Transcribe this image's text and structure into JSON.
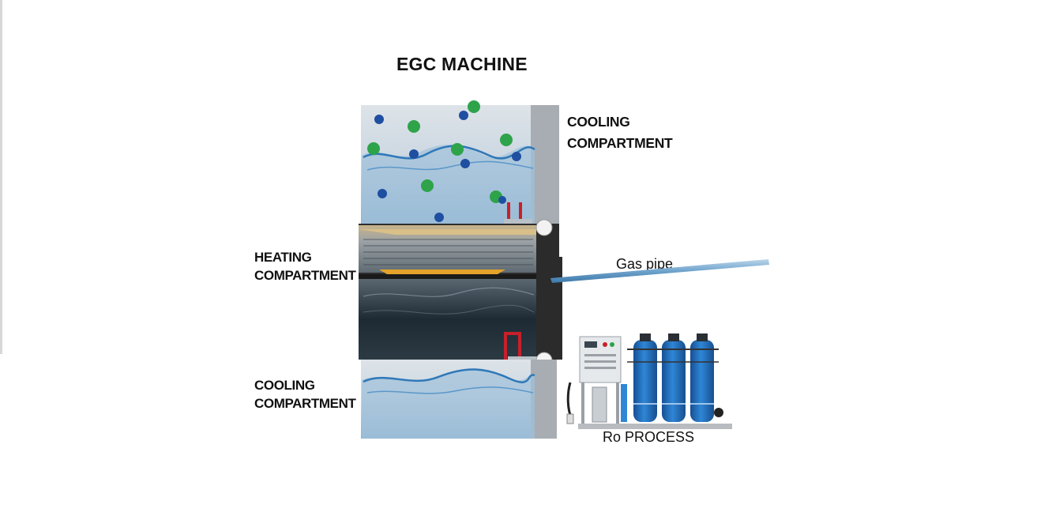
{
  "diagram": {
    "title": "EGC MACHINE",
    "labels": {
      "cooling_top_line1": "COOLING",
      "cooling_top_line2": "COMPARTMENT",
      "heating_line1": "HEATING",
      "heating_line2": "COMPARTMENT",
      "cooling_bottom_line1": "COOLING",
      "cooling_bottom_line2": "COMPARTMENT",
      "gas_pipe": "Gas pipe",
      "ro_process": "Ro PROCESS"
    },
    "colors": {
      "water_blue": "#3a7fc1",
      "particle_green": "#2ea34a",
      "particle_blue": "#1f4fa0",
      "tank_blue": "#1e6fc4",
      "valve_red": "#c8202a",
      "heating_orange": "#e3a22a"
    },
    "icons": [
      "water-wave-icon",
      "gas-pipe-icon",
      "ro-filter-tank-icon",
      "valve-icon",
      "control-panel-icon"
    ]
  }
}
